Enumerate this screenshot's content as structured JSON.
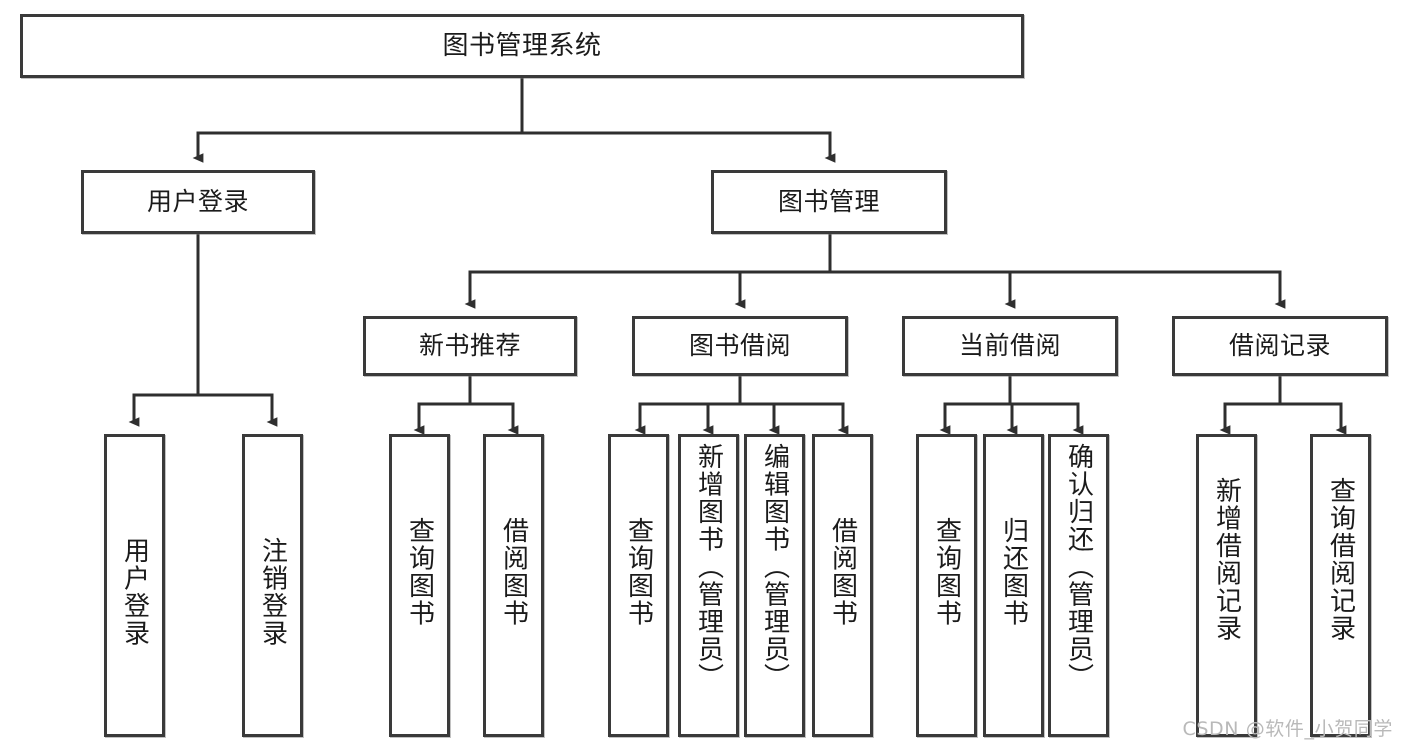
{
  "diagram": {
    "title": "图书管理系统",
    "watermark": "CSDN @软件_小贺同学",
    "line_color": "#3a3a3a",
    "box_fill": "#ffffff",
    "text_color": "#1b1b1b",
    "watermark_color": "#b9b9b9"
  },
  "nodes": {
    "root": {
      "label": "图书管理系统"
    },
    "level2": [
      {
        "label": "用户登录"
      },
      {
        "label": "图书管理"
      }
    ],
    "level3": [
      {
        "label": "新书推荐"
      },
      {
        "label": "图书借阅"
      },
      {
        "label": "当前借阅"
      },
      {
        "label": "借阅记录"
      }
    ],
    "leaves": {
      "user_login": [
        {
          "label": "用户登录"
        },
        {
          "label": "注销登录"
        }
      ],
      "new_book": [
        {
          "label": "查询图书"
        },
        {
          "label": "借阅图书"
        }
      ],
      "book_borrow": [
        {
          "label": "查询图书"
        },
        {
          "label": "新增图书（管理员）"
        },
        {
          "label": "编辑图书（管理员）"
        },
        {
          "label": "借阅图书"
        }
      ],
      "current_borrow": [
        {
          "label": "查询图书"
        },
        {
          "label": "归还图书"
        },
        {
          "label": "确认归还（管理员）"
        }
      ],
      "borrow_record": [
        {
          "label": "新增借阅记录"
        },
        {
          "label": "查询借阅记录"
        }
      ]
    }
  }
}
